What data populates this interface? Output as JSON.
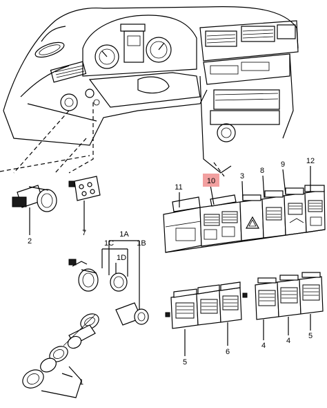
{
  "highlight_color": "#f2a0a0",
  "labels": {
    "l1": "1",
    "l1A": "1A",
    "l1B": "1B",
    "l1C": "1C",
    "l1D": "1D",
    "l2": "2",
    "l3": "3",
    "l4a": "4",
    "l4b": "4",
    "l5a": "5",
    "l5b": "5",
    "l6": "6",
    "l7": "7",
    "l8": "8",
    "l9": "9",
    "l10": "10",
    "l11": "11",
    "l12": "12"
  }
}
